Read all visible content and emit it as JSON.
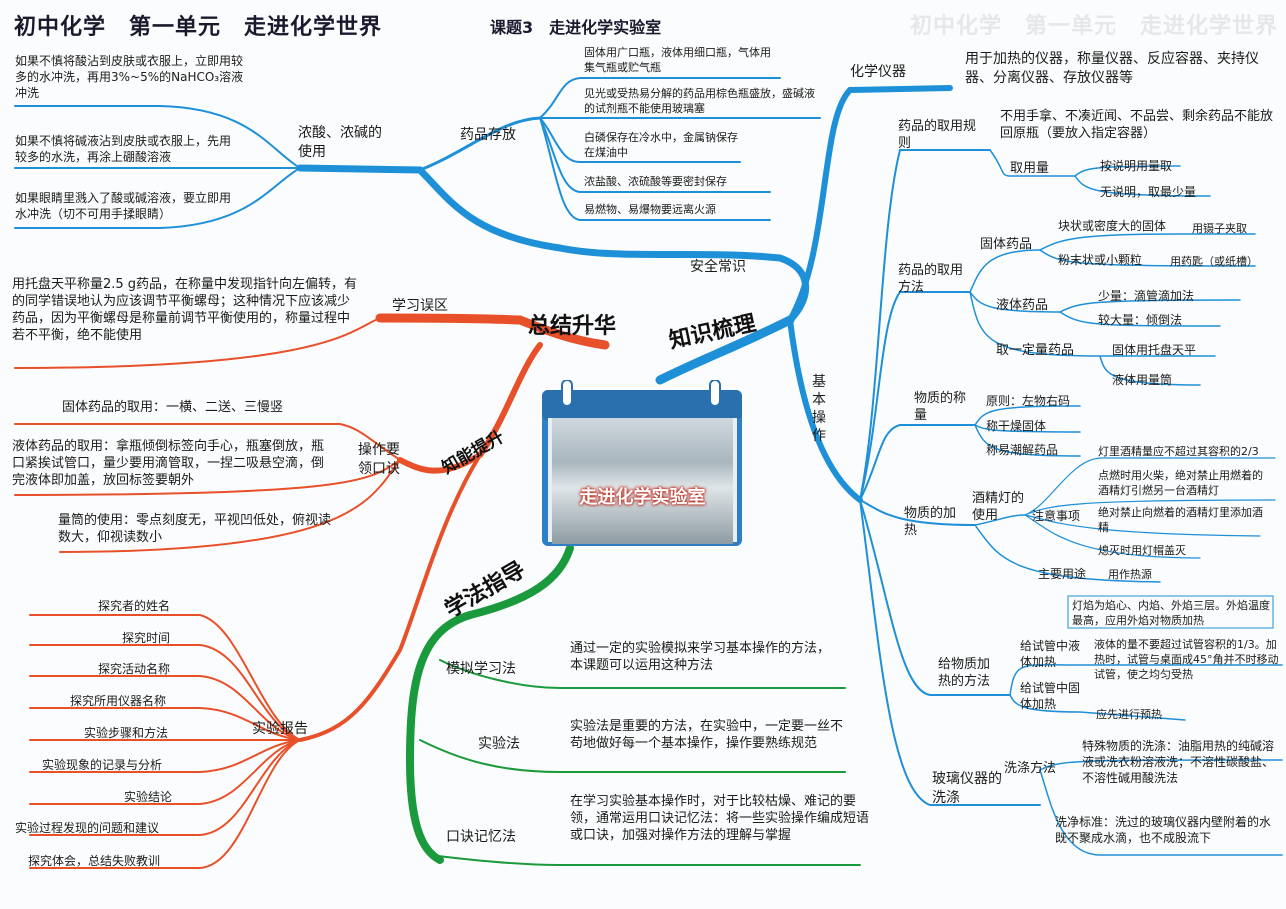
{
  "header": {
    "title": "初中化学　第一单元　走进化学世界",
    "subtitle": "课题3　走进化学实验室"
  },
  "ghost_text": "初中化学　第一单元　走进化学世界",
  "center": {
    "label": "走进化学实验室"
  },
  "branches": {
    "knowledge": "知识梳理",
    "summary": "总结升华",
    "method": "学法指导",
    "ability": "知能提升"
  },
  "safety": {
    "label": "安全常识",
    "acid": {
      "label": "浓酸、浓碱的使用",
      "items": [
        "如果不慎将酸沾到皮肤或衣服上，立即用较多的水冲洗，再用3%~5%的NaHCO₃溶液冲洗",
        "如果不慎将碱液沾到皮肤或衣服上，先用较多的水洗，再涂上硼酸溶液",
        "如果眼睛里溅入了酸或碱溶液，要立即用水冲洗（切不可用手揉眼睛）"
      ]
    },
    "storage": {
      "label": "药品存放",
      "items": [
        "固体用广口瓶，液体用细口瓶，气体用集气瓶或贮气瓶",
        "见光或受热易分解的药品用棕色瓶盛放，盛碱液的试剂瓶不能使用玻璃塞",
        "白磷保存在冷水中，金属钠保存在煤油中",
        "浓盐酸、浓硫酸等要密封保存",
        "易燃物、易爆物要远离火源"
      ]
    }
  },
  "instruments": {
    "label": "化学仪器",
    "desc": "用于加热的仪器，称量仪器、反应容器、夹持仪器、分离仪器、存放仪器等"
  },
  "basic_ops": {
    "label": "基本操作"
  },
  "rules": {
    "label": "药品的取用规则",
    "desc": "不用手拿、不凑近闻、不品尝、剩余药品不能放回原瓶（要放入指定容器）",
    "amount": {
      "label": "取用量",
      "a": "按说明用量取",
      "b": "无说明，取最少量"
    }
  },
  "taking": {
    "label": "药品的取用方法",
    "solid": {
      "label": "固体药品",
      "block": "块状或密度大的固体",
      "block_tool": "用镊子夹取",
      "powder": "粉末状或小颗粒",
      "powder_tool": "用药匙（或纸槽）"
    },
    "liquid": {
      "label": "液体药品",
      "small": "少量：滴管滴加法",
      "large": "较大量：倾倒法"
    },
    "fixed": {
      "label": "取一定量药品",
      "solid": "固体用托盘天平",
      "liquid": "液体用量筒"
    }
  },
  "weighing": {
    "label": "物质的称量",
    "items": [
      "原则：左物右码",
      "称干燥固体",
      "称易潮解药品"
    ]
  },
  "heating": {
    "label": "物质的加热",
    "lamp": "酒精灯的使用",
    "notes": "注意事项",
    "note_items": [
      "灯里酒精量应不超过其容积的2/3",
      "点燃时用火柴，绝对禁止用燃着的酒精灯引燃另一台酒精灯",
      "绝对禁止向燃着的酒精灯里添加酒精",
      "熄灭时用灯帽盖灭"
    ],
    "main_use": "主要用途",
    "main_use_item": "用作热源",
    "flame": "灯焰为焰心、内焰、外焰三层。外焰温度最高，应用外焰对物质加热"
  },
  "heating_method": {
    "label": "给物质加热的方法",
    "liquid": "给试管中液体加热",
    "liquid_desc": "液体的量不要超过试管容积的1/3。加热时，试管与桌面成45°角并不时移动试管，使之均匀受热",
    "solid": "给试管中固体加热",
    "solid_desc": "应先进行预热"
  },
  "washing": {
    "label": "玻璃仪器的洗涤",
    "method": "洗涤方法",
    "special": "特殊物质的洗涤：油脂用热的纯碱溶液或洗衣粉溶液洗；不溶性碳酸盐、不溶性碱用酸洗法",
    "standard": "洗净标准：洗过的玻璃仪器内壁附着的水既不聚成水滴，也不成股流下"
  },
  "mistakes": {
    "label": "学习误区",
    "desc": "用托盘天平称量2.5 g药品，在称量中发现指针向左偏转，有的同学错误地认为应该调节平衡螺母；这种情况下应该减少药品，因为平衡螺母是称量前调节平衡使用的，称量过程中若不平衡，绝不能使用"
  },
  "oral": {
    "label": "操作要领口诀",
    "items": [
      "固体药品的取用：一横、二送、三慢竖",
      "液体药品的取用：拿瓶倾倒标签向手心，瓶塞倒放，瓶口紧挨试管口，量少要用滴管取，一捏二吸悬空滴，倒完液体即加盖，放回标签要朝外",
      "量筒的使用：零点刻度无，平视凹低处，俯视读数大，仰视读数小"
    ]
  },
  "report": {
    "label": "实验报告",
    "items": [
      "探究者的姓名",
      "探究时间",
      "探究活动名称",
      "探究所用仪器名称",
      "实验步骤和方法",
      "实验现象的记录与分析",
      "实验结论",
      "实验过程发现的问题和建议",
      "探究体会，总结失败教训"
    ]
  },
  "methods": [
    {
      "label": "模拟学习法",
      "desc": "通过一定的实验模拟来学习基本操作的方法，本课题可以运用这种方法"
    },
    {
      "label": "实验法",
      "desc": "实验法是重要的方法，在实验中，一定要一丝不苟地做好每一个基本操作，操作要熟练规范"
    },
    {
      "label": "口诀记忆法",
      "desc": "在学习实验基本操作时，对于比较枯燥、难记的要领，通常运用口诀记忆法：将一些实验操作编成短语或口诀，加强对操作方法的理解与掌握"
    }
  ],
  "colors": {
    "blue": "#1e90d8",
    "red": "#e8502a",
    "green": "#1a9a3c",
    "calendar": "#2f7fc4"
  }
}
